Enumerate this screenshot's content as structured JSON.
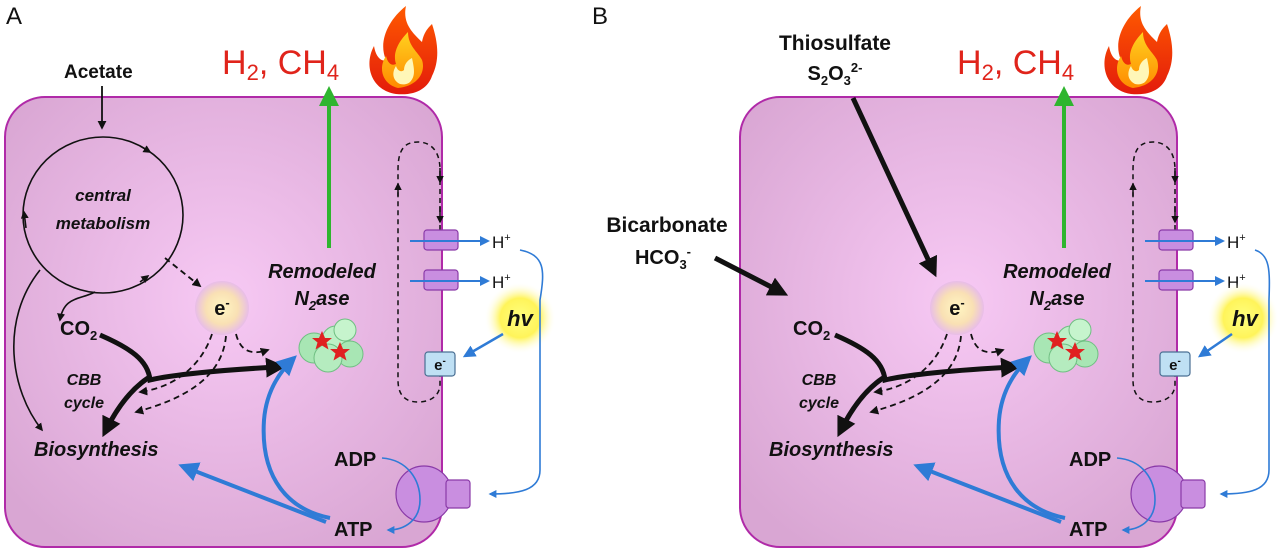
{
  "panels": [
    {
      "letter": "A",
      "gas": {
        "h2": "H",
        "h2_sub": "2",
        "sep": ", CH",
        "ch4_sub": "4"
      },
      "acetate": "Acetate",
      "central_1": "central",
      "central_2": "metabolism",
      "co2": "CO",
      "co2_sub": "2",
      "cbb_1": "CBB",
      "cbb_2": "cycle",
      "biosynthesis": "Biosynthesis",
      "electron": "e",
      "electron_sup": "-",
      "remodeled": "Remodeled",
      "n2ase": "N",
      "n2ase_sub": "2",
      "n2ase_end": "ase",
      "hplus_1": "H",
      "hplus_sup": "+",
      "hplus_2": "H",
      "hv": "hv",
      "e_box": "e",
      "e_box_sup": "-",
      "adp": "ADP",
      "atp": "ATP"
    },
    {
      "letter": "B",
      "gas": {
        "h2": "H",
        "h2_sub": "2",
        "sep": ", CH",
        "ch4_sub": "4"
      },
      "thiosulfate": "Thiosulfate",
      "s2o3": "S",
      "s2o3_sub1": "2",
      "s2o3_mid": "O",
      "s2o3_sub2": "3",
      "s2o3_sup": "2-",
      "bicarbonate": "Bicarbonate",
      "hco3": "HCO",
      "hco3_sub": "3",
      "hco3_sup": "-",
      "co2": "CO",
      "co2_sub": "2",
      "cbb_1": "CBB",
      "cbb_2": "cycle",
      "biosynthesis": "Biosynthesis",
      "electron": "e",
      "electron_sup": "-",
      "remodeled": "Remodeled",
      "n2ase": "N",
      "n2ase_sub": "2",
      "n2ase_end": "ase",
      "hplus_1": "H",
      "hplus_sup": "+",
      "hplus_2": "H",
      "hv": "hv",
      "e_box": "e",
      "e_box_sup": "-",
      "adp": "ADP",
      "atp": "ATP"
    }
  ],
  "colors": {
    "cell_fill": "#e8b6e4",
    "cell_stroke": "#b02aa8",
    "gas_text": "#e0241b",
    "blue_arrow": "#2f7bd6",
    "green_arrow": "#2fb52f",
    "transporter": "#c98ee0"
  }
}
